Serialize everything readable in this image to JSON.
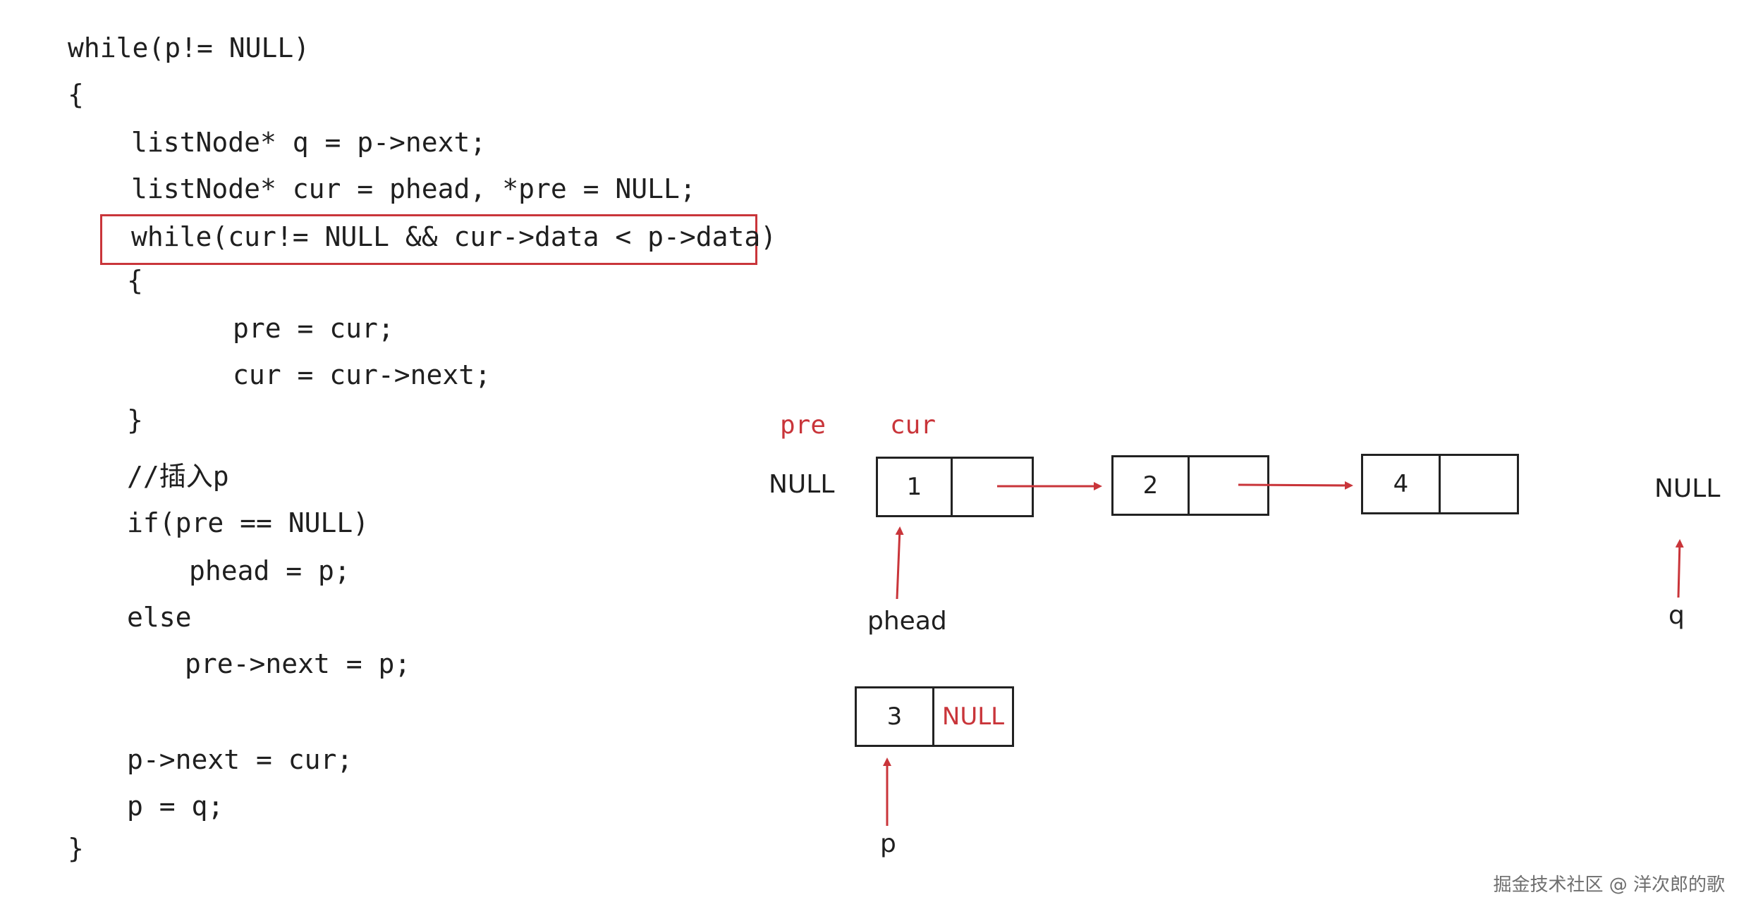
{
  "code": {
    "lines": [
      "while(p!= NULL)",
      "{",
      "listNode* q = p->next;",
      "listNode* cur = phead, *pre = NULL;",
      "while(cur!= NULL && cur->data < p->data)",
      "{",
      "pre = cur;",
      "cur = cur->next;",
      "}",
      "//插入p",
      "if(pre == NULL)",
      "phead = p;",
      "else",
      "pre->next = p;",
      "p->next = cur;",
      "p = q;",
      "}"
    ],
    "highlighted_line": "while(cur!= NULL && cur->data < p->data)"
  },
  "diagram": {
    "pointer_labels": {
      "pre": "pre",
      "cur": "cur"
    },
    "null_left": "NULL",
    "null_right": "NULL",
    "list_nodes": [
      {
        "data": "1",
        "next": ""
      },
      {
        "data": "2",
        "next": ""
      },
      {
        "data": "4",
        "next": ""
      }
    ],
    "new_node": {
      "data": "3",
      "next": "NULL"
    },
    "head_label": "phead",
    "p_label": "p",
    "q_label": "q",
    "colors": {
      "accent_red": "#c9353a",
      "stroke": "#222222",
      "text": "#1f1f1f"
    }
  },
  "watermark": "掘金技术社区 @ 洋次郎的歌"
}
